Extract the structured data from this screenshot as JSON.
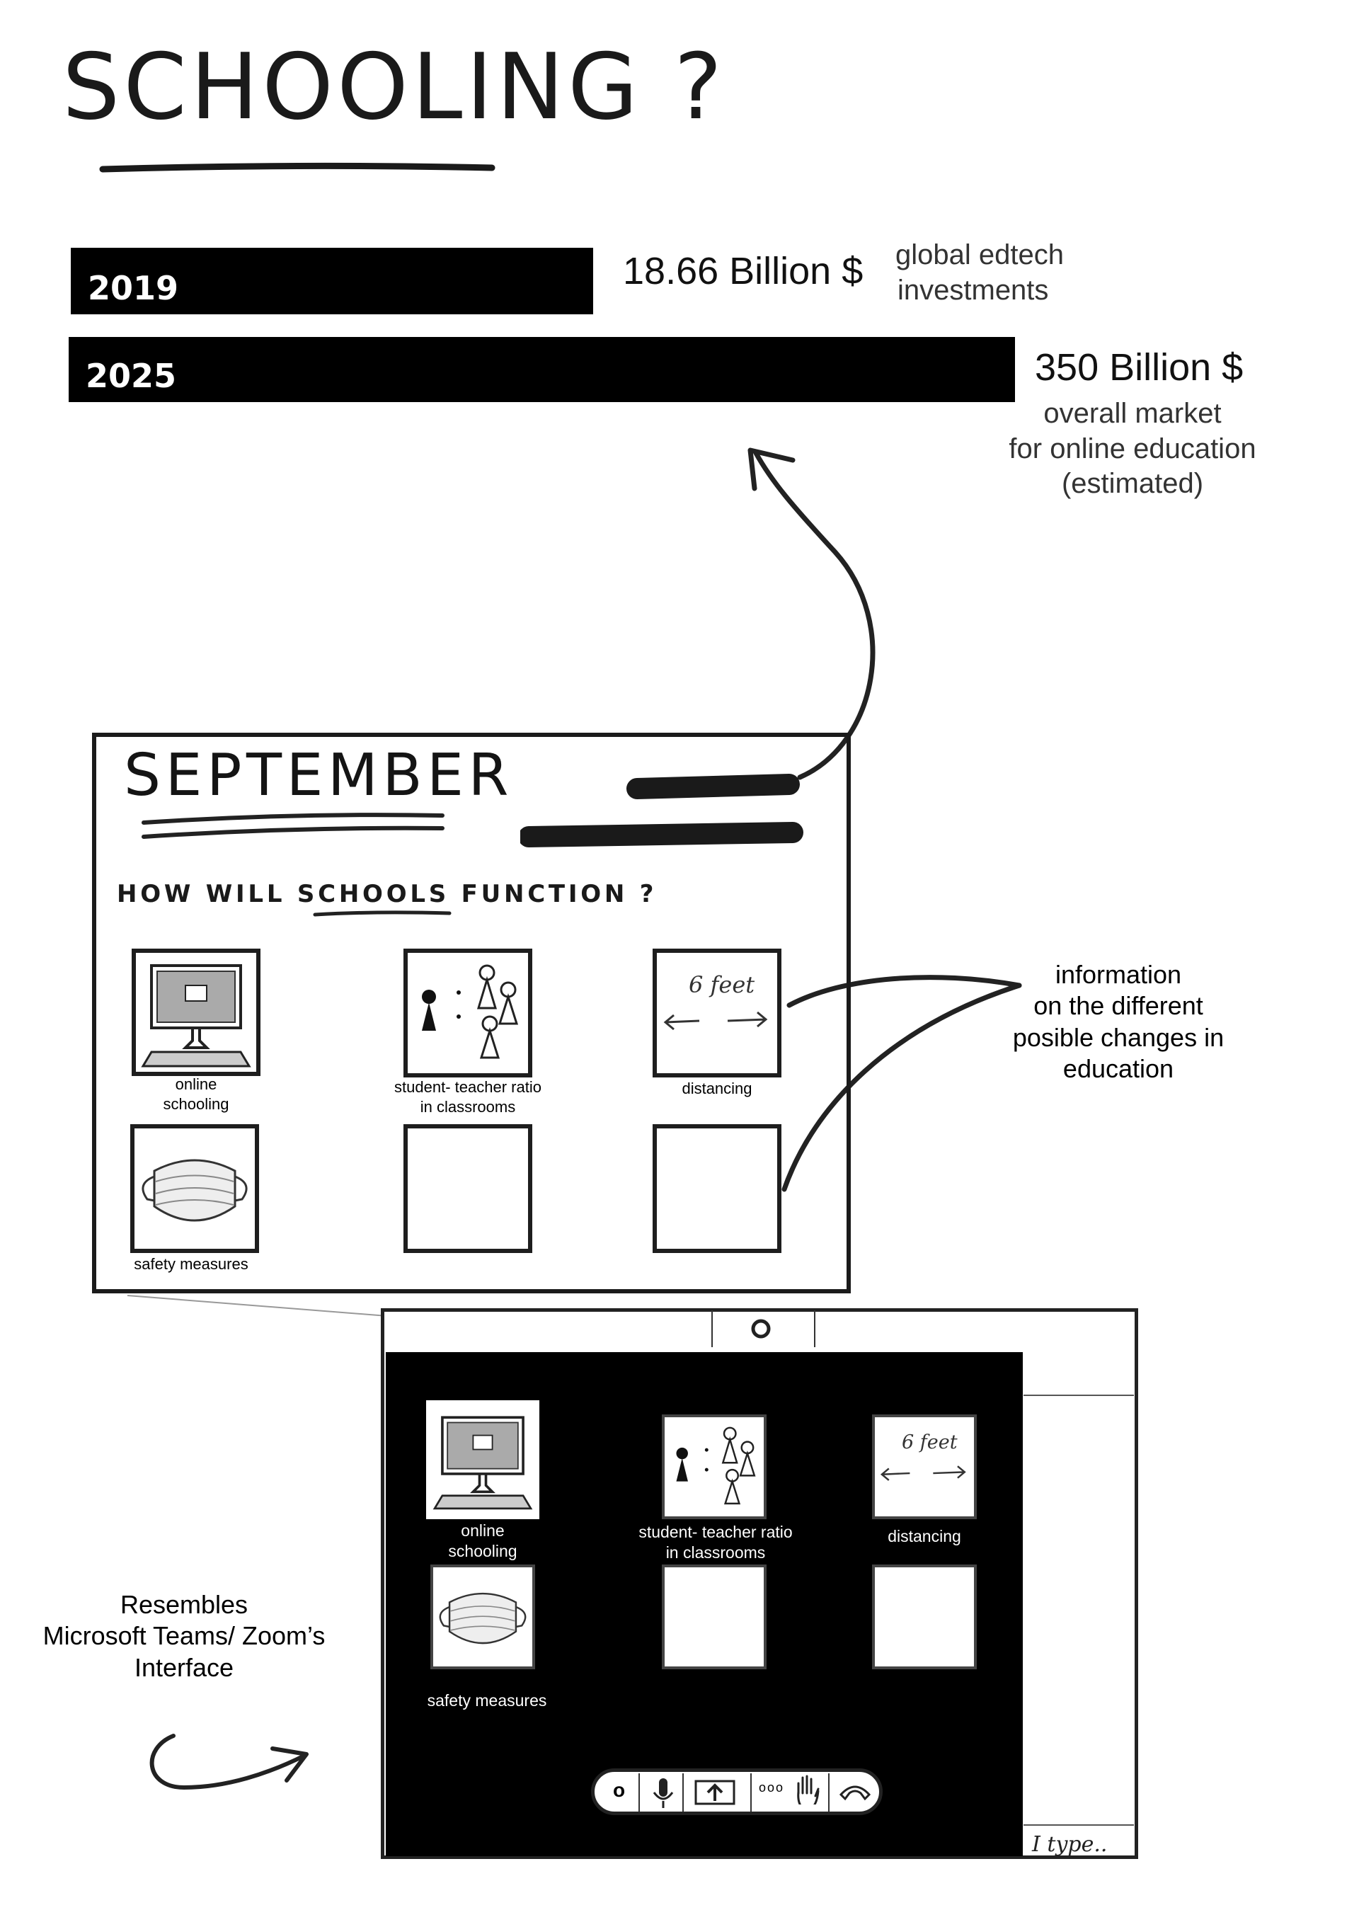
{
  "title": "SCHOOLING ?",
  "chart": {
    "bars": [
      {
        "label": "2019",
        "value_text": "18.66 Billion $",
        "note": [
          "global edtech",
          "investments"
        ],
        "value": 18.66
      },
      {
        "label": "2025",
        "value_text": "350 Billion $",
        "note": [
          "overall market",
          "for online education",
          "(estimated)"
        ],
        "value": 350
      }
    ]
  },
  "panel1": {
    "heading": "SEPTEMBER",
    "question": "HOW WILL SCHOOLS FUNCTION ?",
    "tiles": [
      {
        "caption": [
          "online",
          "schooling"
        ],
        "icon": "computer-icon"
      },
      {
        "caption": [
          "student- teacher ratio",
          "in classrooms"
        ],
        "icon": "people-ratio-icon"
      },
      {
        "caption": [
          "distancing"
        ],
        "icon": "distance-arrows-icon",
        "sketch_text": "6 feet"
      },
      {
        "caption": [
          "safety measures"
        ],
        "icon": "face-mask-icon"
      },
      {
        "caption": [],
        "icon": ""
      },
      {
        "caption": [],
        "icon": ""
      }
    ]
  },
  "annotation_right": [
    "information",
    "on the different",
    "posible changes in",
    "education"
  ],
  "annotation_left": [
    "Resembles",
    "Microsoft Teams/ Zoom’s",
    "Interface"
  ],
  "panel2": {
    "tiles": [
      {
        "caption": [
          "online",
          "schooling"
        ]
      },
      {
        "caption": [
          "student- teacher ratio",
          "in classrooms"
        ]
      },
      {
        "caption": [
          "distancing"
        ],
        "sketch_text": "6 feet"
      },
      {
        "caption": [
          "safety measures"
        ]
      },
      {
        "caption": []
      },
      {
        "caption": []
      }
    ],
    "controls": [
      "o",
      "mic-icon",
      "share-screen-icon",
      "more-icon",
      "raise-hand-icon",
      "hang-up-icon"
    ],
    "more_label": "ooo",
    "zero_label": "o",
    "chat_placeholder": "I type.."
  }
}
